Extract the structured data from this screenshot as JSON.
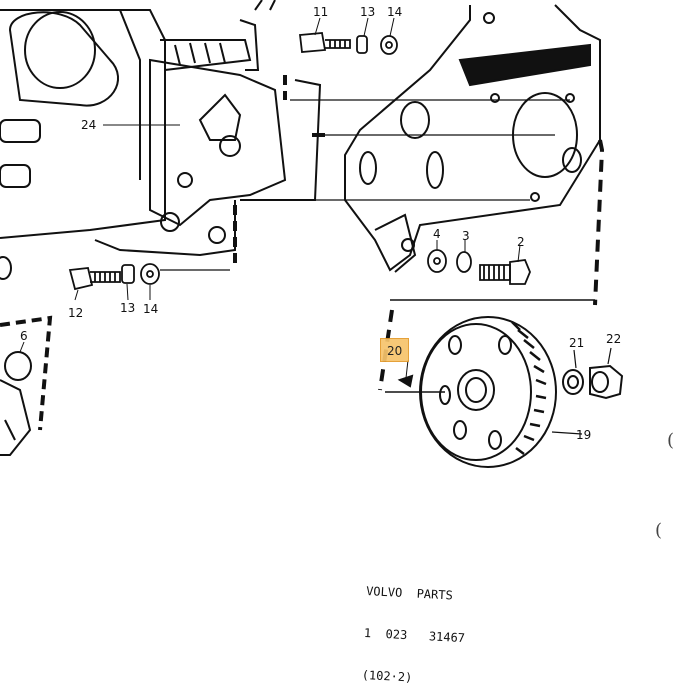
{
  "callouts": {
    "c11": "11",
    "c13_top": "13",
    "c14_top": "14",
    "c24": "24",
    "c4": "4",
    "c3": "3",
    "c2": "2",
    "c12": "12",
    "c13_bottom": "13",
    "c14_bottom": "14",
    "c6": "6",
    "c20": "20",
    "c21": "21",
    "c22": "22",
    "c19": "19"
  },
  "highlighted_callout": "20",
  "highlight_color": "#f7c46c",
  "stamp": {
    "line1": "VOLVO  PARTS",
    "line2": "1  023   31467",
    "line3": "(102·2)"
  },
  "edge_marks": {
    "right_top": "(",
    "right_bottom": "("
  }
}
